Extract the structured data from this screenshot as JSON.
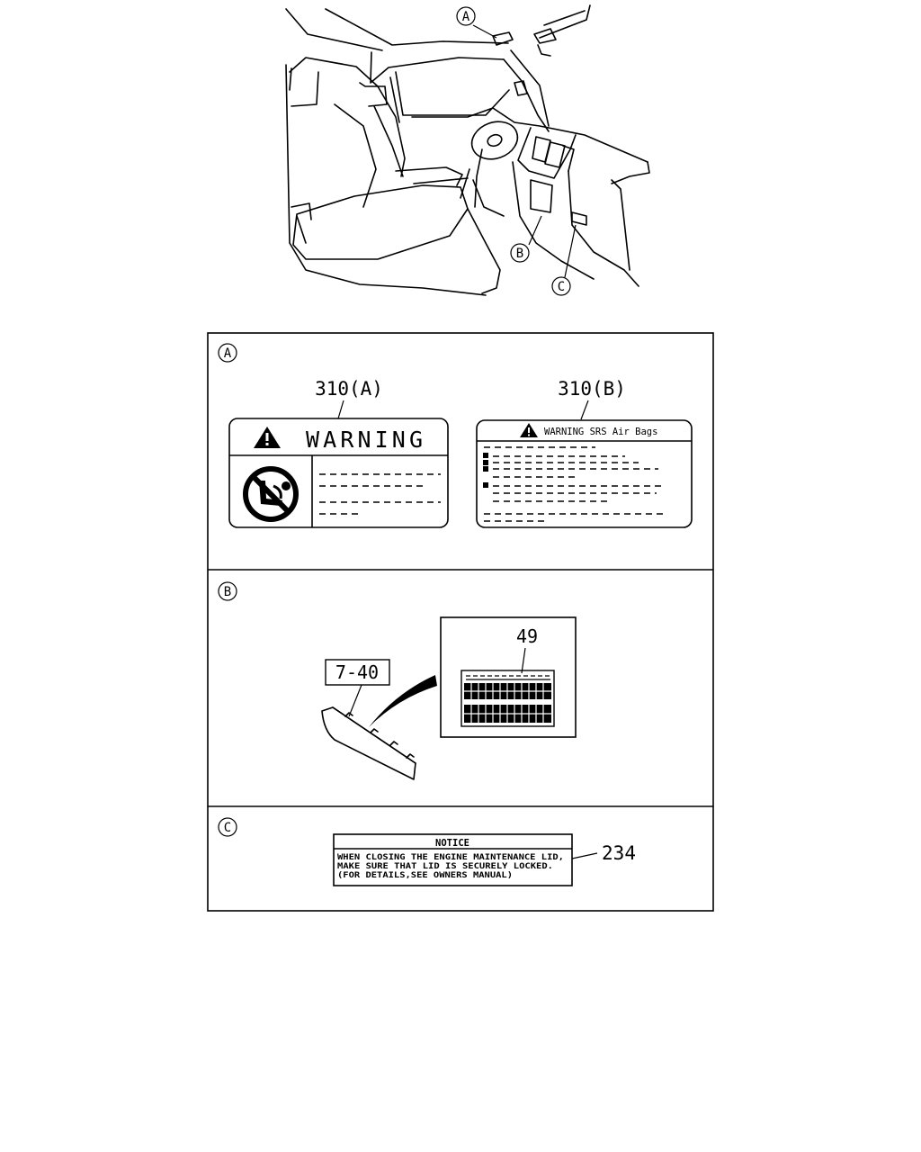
{
  "callouts": {
    "a": "A",
    "b": "B",
    "c": "C"
  },
  "panel_a": {
    "marker": "A",
    "label_left": "310(A)",
    "label_right": "310(B)",
    "warning_title": "WARNING",
    "srs_title": "WARNING SRS Air Bags",
    "icon_warning": "warning-triangle-icon",
    "icon_prohibited": "no-child-seat-icon"
  },
  "panel_b": {
    "marker": "B",
    "part_number": "7-40",
    "label_number": "49"
  },
  "panel_c": {
    "marker": "C",
    "part_number": "234",
    "notice_title": "NOTICE",
    "notice_lines": [
      "WHEN CLOSING THE ENGINE MAINTENANCE LID,",
      "MAKE SURE THAT LID IS SECURELY LOCKED.",
      "(FOR DETAILS,SEE OWNERS MANUAL)"
    ]
  }
}
